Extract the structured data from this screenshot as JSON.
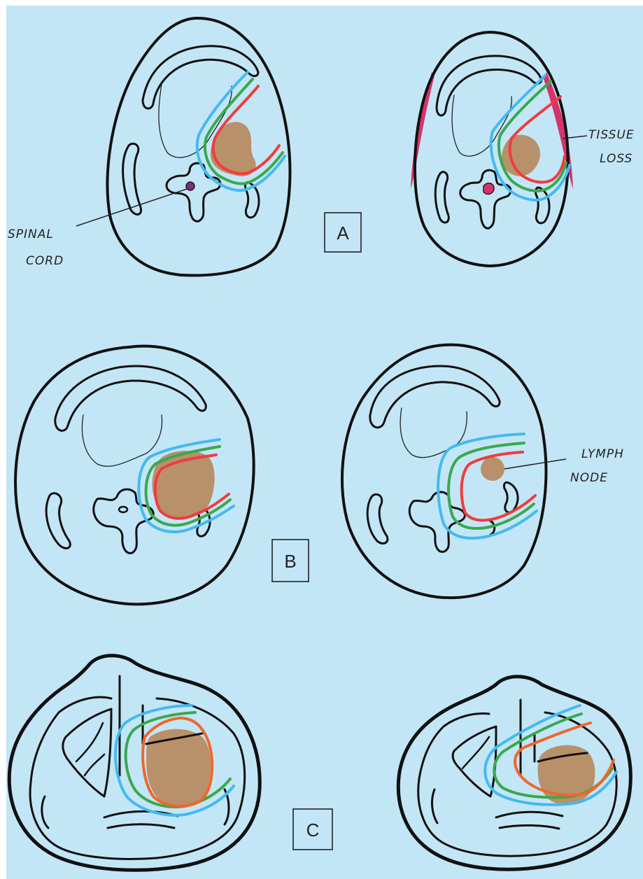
{
  "panels": {
    "a": {
      "label": "A"
    },
    "b": {
      "label": "B"
    },
    "c": {
      "label": "C"
    }
  },
  "annotations": {
    "spinal_cord_line1": "SPINAL",
    "spinal_cord_line2": "CORD",
    "tissue_loss_line1": "TISSUE",
    "tissue_loss_line2": "LOSS",
    "lymph_node_line1": "LYMPH",
    "lymph_node_line2": "NODE"
  },
  "colors": {
    "background": "#c3e6f6",
    "outer_contour": "#45b9f0",
    "middle_contour": "#3aa84f",
    "inner_contour": "#ee3d3d",
    "inner_contour_c": "#f0662a",
    "tumor": "#b8906a",
    "tissue_loss": "#d6336c",
    "spinal_cord": "#7a2a8a"
  }
}
